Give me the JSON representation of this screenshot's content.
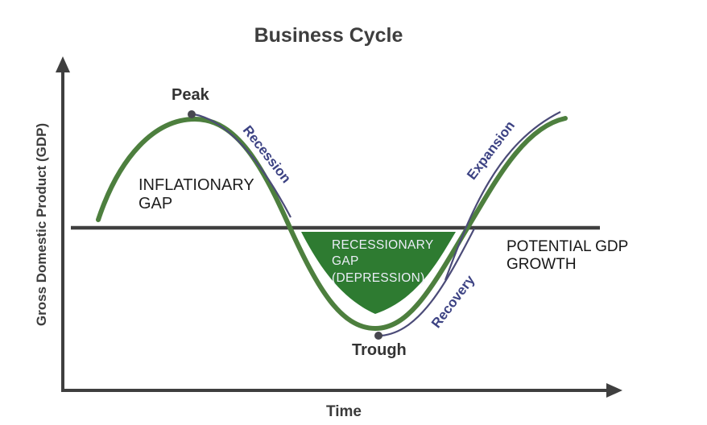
{
  "title": "Business Cycle",
  "axes": {
    "y_label": "Gross Domestic Product (GDP)",
    "x_label": "Time"
  },
  "curve_labels": {
    "peak": "Peak",
    "trough": "Trough",
    "recession": "Recession",
    "expansion": "Expansion",
    "recovery": "Recovery"
  },
  "annotations": {
    "inflationary_gap": "INFLATIONARY GAP",
    "recessionary_gap": "RECESSIONARY GAP (DEPRESSION)",
    "potential_gdp": "POTENTIAL GDP GROWTH"
  },
  "colors": {
    "curve_green": "#4d7f3e",
    "fill_green": "#2e7b31",
    "phase_line_blue": "#4b4b78",
    "phase_text_blue": "#3c4283",
    "axis_dark": "#3f3f3f",
    "marker_dot": "#47474f",
    "gap_text_light": "#eceef8"
  }
}
